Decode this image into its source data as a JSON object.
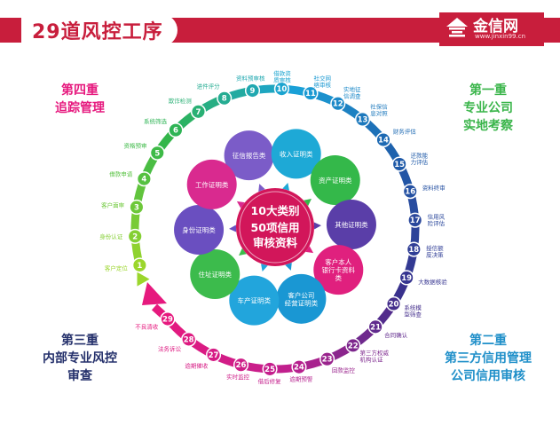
{
  "header": {
    "title": "29道风控工序",
    "logo_name": "金信网",
    "logo_url": "www.jinxin99.cn"
  },
  "phases": {
    "p1": {
      "title": "第一重",
      "lines": [
        "专业公司",
        "实地考察"
      ],
      "color": "#3ab54a"
    },
    "p2": {
      "title": "第二重",
      "lines": [
        "第三方信用管理",
        "公司信用审核"
      ],
      "color": "#1f8fc9"
    },
    "p3": {
      "title": "第三重",
      "lines": [
        "内部专业风控",
        "审查"
      ],
      "color": "#24306b"
    },
    "p4": {
      "title": "第四重",
      "lines": [
        "追踪管理"
      ],
      "color": "#e6197e"
    }
  },
  "center": {
    "line1": "10大类别",
    "line2": "50项信用",
    "line3": "审核资料"
  },
  "categories": [
    {
      "lines": [
        "征信报告类"
      ],
      "color": "#7b5cc8"
    },
    {
      "lines": [
        "收入证明类"
      ],
      "color": "#1ea9d6"
    },
    {
      "lines": [
        "资产证明类"
      ],
      "color": "#34b84a"
    },
    {
      "lines": [
        "其他证明类"
      ],
      "color": "#5a3ea8"
    },
    {
      "lines": [
        "客户本人",
        "银行卡资料",
        "类"
      ],
      "color": "#e0207e"
    },
    {
      "lines": [
        "客户公司",
        "经营证明类"
      ],
      "color": "#1a97d3"
    },
    {
      "lines": [
        "车产证明类"
      ],
      "color": "#22a5dc"
    },
    {
      "lines": [
        "住址证明类"
      ],
      "color": "#3cbb4c"
    },
    {
      "lines": [
        "身份证明类"
      ],
      "color": "#6a4fc0"
    },
    {
      "lines": [
        "工作证明类"
      ],
      "color": "#d92a8f"
    }
  ],
  "steps": [
    {
      "n": "1",
      "label": "客户定位"
    },
    {
      "n": "2",
      "label": "身份认证"
    },
    {
      "n": "3",
      "label": "客户面审"
    },
    {
      "n": "4",
      "label": "借款申请"
    },
    {
      "n": "5",
      "label": "资格预审"
    },
    {
      "n": "6",
      "label": "系统筛选"
    },
    {
      "n": "7",
      "label": "欺诈检测"
    },
    {
      "n": "8",
      "label": "进件评分"
    },
    {
      "n": "9",
      "label": "资料预审核"
    },
    {
      "n": "10",
      "label": "借款资质审核"
    },
    {
      "n": "11",
      "label": "社交网络审核"
    },
    {
      "n": "12",
      "label": "实地征信调查"
    },
    {
      "n": "13",
      "label": "社保信息对照"
    },
    {
      "n": "14",
      "label": "财务评估"
    },
    {
      "n": "15",
      "label": "还款能力评估"
    },
    {
      "n": "16",
      "label": "资料终审"
    },
    {
      "n": "17",
      "label": "信用风险评估"
    },
    {
      "n": "18",
      "label": "授信额度决策"
    },
    {
      "n": "19",
      "label": "大数据核验"
    },
    {
      "n": "20",
      "label": "系统模型筛查"
    },
    {
      "n": "21",
      "label": "合同确认"
    },
    {
      "n": "22",
      "label": "第三方权威机构认证"
    },
    {
      "n": "23",
      "label": "回款监控"
    },
    {
      "n": "24",
      "label": "逾期预警"
    },
    {
      "n": "25",
      "label": "借后修复"
    },
    {
      "n": "26",
      "label": "实时监控"
    },
    {
      "n": "27",
      "label": "逾期催收"
    },
    {
      "n": "28",
      "label": "法务诉讼"
    },
    {
      "n": "29",
      "label": "不良清收"
    }
  ],
  "colors": {
    "brand": "#c81e3c",
    "center": "#d2165a"
  }
}
